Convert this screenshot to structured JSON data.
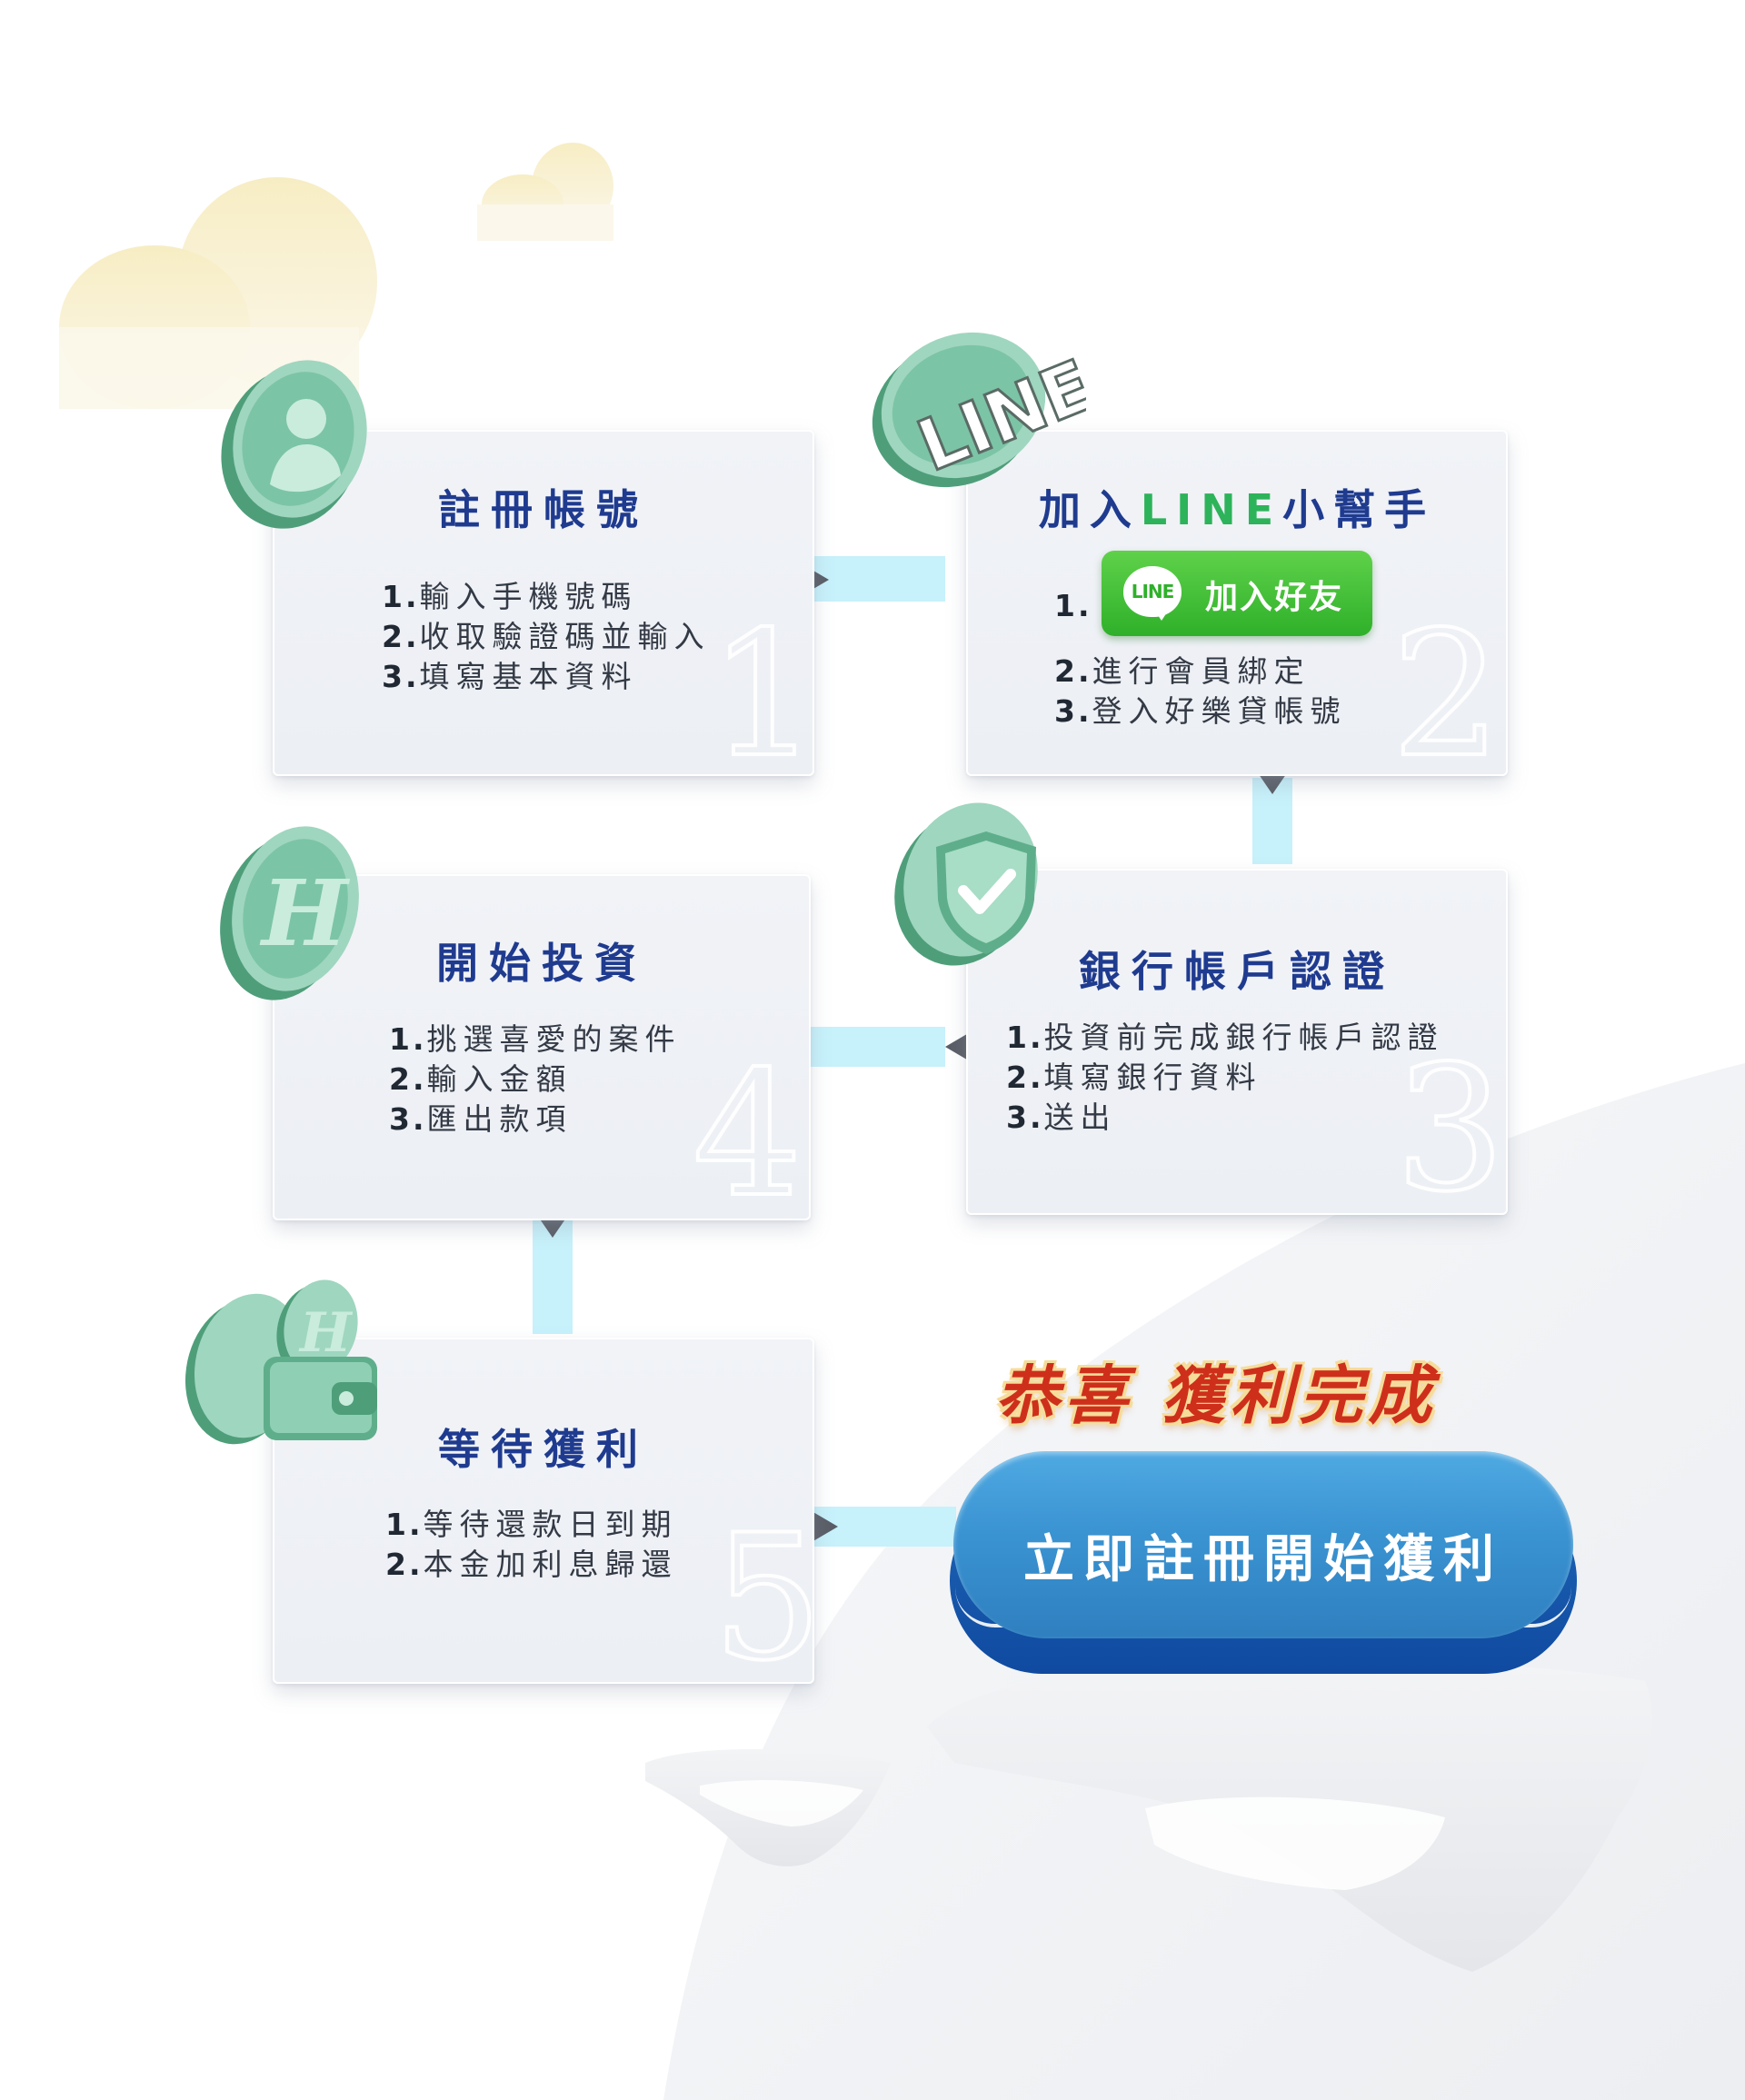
{
  "steps": [
    {
      "title": "註冊帳號",
      "number": "1",
      "items": [
        {
          "num": "1.",
          "text": "輸入手機號碼"
        },
        {
          "num": "2.",
          "text": "收取驗證碼並輸入"
        },
        {
          "num": "3.",
          "text": "填寫基本資料"
        }
      ]
    },
    {
      "title_pre": "加入",
      "title_green": "LINE",
      "title_post": "小幫手",
      "number": "2",
      "line_button": {
        "bubble_text": "LINE",
        "label": "加入好友"
      },
      "items": [
        {
          "num": "1.",
          "text": ""
        },
        {
          "num": "2.",
          "text": "進行會員綁定"
        },
        {
          "num": "3.",
          "text": "登入好樂貸帳號"
        }
      ]
    },
    {
      "title": "銀行帳戶認證",
      "number": "3",
      "items": [
        {
          "num": "1.",
          "text": "投資前完成銀行帳戶認證"
        },
        {
          "num": "2.",
          "text": "填寫銀行資料"
        },
        {
          "num": "3.",
          "text": "送出"
        }
      ]
    },
    {
      "title": "開始投資",
      "number": "4",
      "items": [
        {
          "num": "1.",
          "text": "挑選喜愛的案件"
        },
        {
          "num": "2.",
          "text": "輸入金額"
        },
        {
          "num": "3.",
          "text": "匯出款項"
        }
      ]
    },
    {
      "title": "等待獲利",
      "number": "5",
      "items": [
        {
          "num": "1.",
          "text": "等待還款日到期"
        },
        {
          "num": "2.",
          "text": "本金加利息歸還"
        }
      ]
    }
  ],
  "icons": {
    "step1": "user-icon",
    "step2": "line-icon",
    "step3": "shield-check-icon",
    "step4": "h-coin-icon",
    "step5": "wallet-coins-icon"
  },
  "icon_text": {
    "line": "LINE",
    "coin": "H"
  },
  "congrats": "恭喜 獲利完成",
  "cta": {
    "label": "立即註冊開始獲利"
  },
  "colors": {
    "title": "#1f3b8f",
    "line_green": "#2db35a",
    "cta": "#3a93d1",
    "congrats": "#ce2f1b",
    "connector": "#c7f1fb"
  }
}
